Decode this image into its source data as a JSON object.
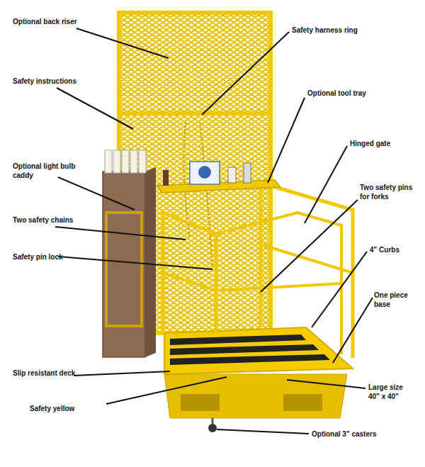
{
  "diagram": {
    "labels": [
      "Optional back riser",
      "Safety harness ring",
      "Safety instructions",
      "Optional tool tray",
      "Hinged gate",
      "Optional light bulb caddy",
      "Two safety pins for forks",
      "Two safety chains",
      "Safety pin lock",
      "4\" Curbs",
      "One piece base",
      "Slip resistant deck",
      "Large size 40\" x 40\"",
      "Safety yellow",
      "Optional 3\" casters"
    ]
  }
}
